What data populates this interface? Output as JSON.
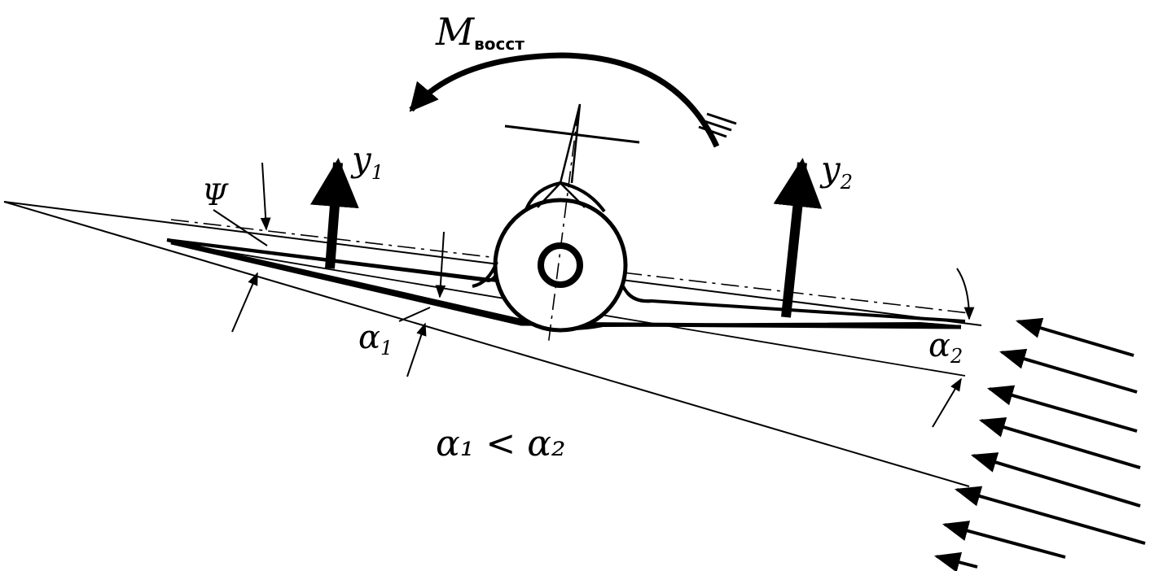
{
  "labels": {
    "moment_main": "M",
    "moment_sub": "восст",
    "lift_left_main": "y",
    "lift_left_sub": "1",
    "lift_right_main": "y",
    "lift_right_sub": "2",
    "psi": "Ψ",
    "alpha1_main": "α",
    "alpha1_sub": "1",
    "alpha2_main": "α",
    "alpha2_sub": "2",
    "relation": "α₁ < α₂"
  },
  "colors": {
    "ink": "#000000",
    "paper": "#ffffff"
  }
}
